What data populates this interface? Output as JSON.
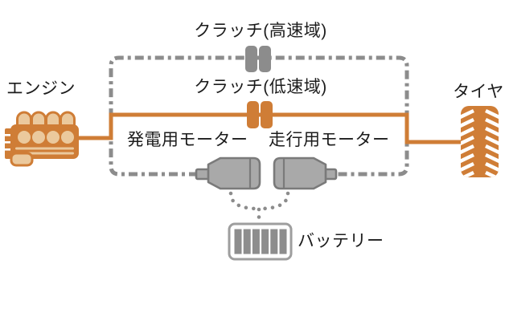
{
  "diagram": {
    "type": "hybrid-powertrain-diagram",
    "labels": {
      "clutch_high": "クラッチ(高速域)",
      "clutch_low": "クラッチ(低速域)",
      "engine": "エンジン",
      "tire": "タイヤ",
      "generator_motor": "発電用モーター",
      "drive_motor": "走行用モーター",
      "battery": "バッテリー"
    },
    "icons": {
      "engine": "engine-icon",
      "clutch_high": "clutch-high-icon",
      "clutch_low": "clutch-low-icon",
      "generator_motor": "generator-motor-icon",
      "drive_motor": "drive-motor-icon",
      "battery": "battery-icon",
      "tire": "tire-icon"
    },
    "connections": [
      {
        "from": "engine",
        "through": "clutch_low",
        "to": "tire",
        "style": "solid",
        "color_key": "orange"
      },
      {
        "from": "engine",
        "through": "clutch_high",
        "to": "drive_motor",
        "style": "dash-dot",
        "color_key": "gray"
      },
      {
        "from": "engine",
        "to": "generator_motor",
        "style": "dash-dot",
        "color_key": "gray"
      },
      {
        "from": "generator_motor",
        "to": "battery",
        "style": "dotted",
        "color_key": "gray"
      },
      {
        "from": "drive_motor",
        "to": "battery",
        "style": "dotted",
        "color_key": "gray"
      }
    ],
    "colors": {
      "orange": "#CF7D36",
      "orange_light": "#EBC99D",
      "gray": "#8C8C8C",
      "motor_fill": "#A9A9A9",
      "motor_border": "#7A7A7A",
      "battery_border": "#9E9E9E",
      "battery_cell": "#8D8D8D",
      "text": "#1C1C1C",
      "background": "#FFFFFF"
    }
  }
}
